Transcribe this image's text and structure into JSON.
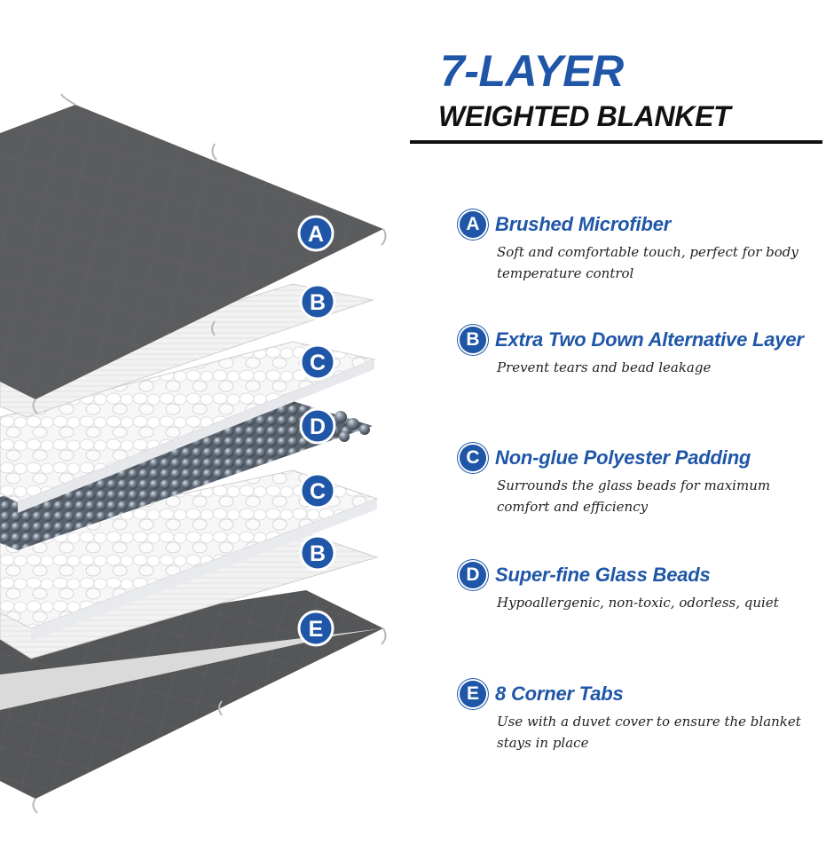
{
  "title": {
    "main": "7-LAYER",
    "sub": "WEIGHTED BLANKET"
  },
  "layer_markers": [
    "A",
    "B",
    "C",
    "D",
    "C",
    "B",
    "E"
  ],
  "features": [
    {
      "letter": "A",
      "title": "Brushed Microfiber",
      "desc": "Soft and comfortable touch, perfect for body temperature control"
    },
    {
      "letter": "B",
      "title": "Extra Two Down Alternative Layer",
      "desc": "Prevent tears and bead leakage"
    },
    {
      "letter": "C",
      "title": "Non-glue Polyester Padding",
      "desc": "Surrounds the glass beads for maximum comfort and efficiency"
    },
    {
      "letter": "D",
      "title": "Super-fine Glass Beads",
      "desc": "Hypoallergenic, non-toxic, odorless, quiet"
    },
    {
      "letter": "E",
      "title": "8 Corner Tabs",
      "desc": "Use with a duvet cover to ensure the blanket stays in place"
    }
  ],
  "colors": {
    "accent": "#1f56a8",
    "outer_fabric": "#58595b",
    "inner_layer": "#f3f3f3"
  }
}
